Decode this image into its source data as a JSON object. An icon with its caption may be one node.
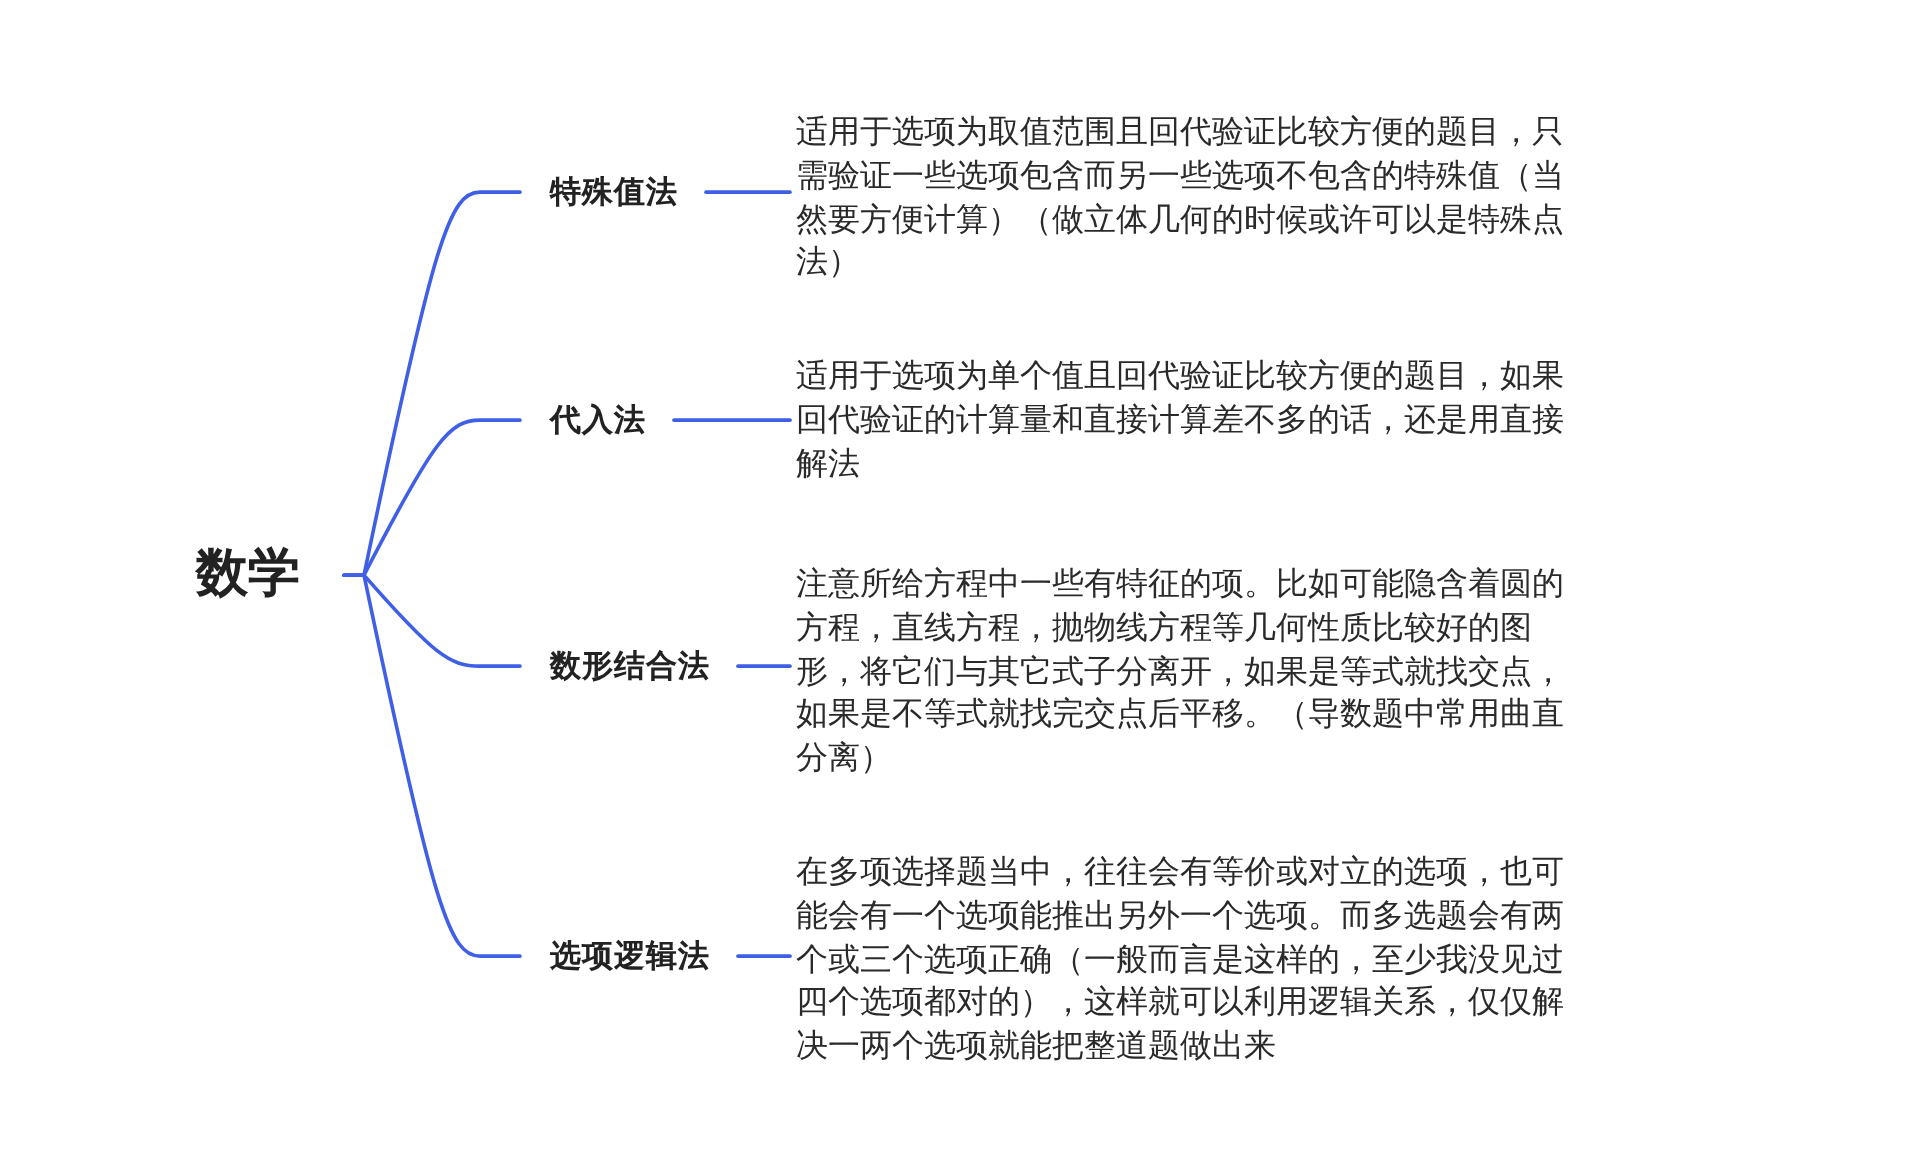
{
  "diagram": {
    "nodes": [
      {
        "text": [
          "数学"
        ]
      },
      {
        "text": [
          "特殊值法"
        ]
      },
      {
        "text": [
          "适用于选项为取值范围且回代验证比较方便的题目，只需验证一些选项包含而另一些选项不包含的特殊值（当然要方便计算）（做立体几何的时候或许可以是特殊点法）"
        ]
      },
      {
        "text": [
          "代入法"
        ]
      },
      {
        "text": [
          "适用于选项为单个值且回代验证比较方便的题目，如果回代验证的计算量和直接计算差不多的话，还是用直接解法"
        ]
      },
      {
        "text": [
          "数形结合法"
        ]
      },
      {
        "text": [
          "注意所给方程中一些有特征的项。比如可能隐含着圆的方程，直线方程，抛物线方程等几何性质比较好的图形，将它们与其它式子分离开，如果是等式就找交点，如果是不等式就找完交点后平移。（导数题中常用曲直分离）"
        ]
      },
      {
        "text": [
          "选项逻辑法"
        ]
      },
      {
        "text": [
          "在多项选择题当中，往往会有等价或对立的选项，也可能会有一个选项能推出另外一个选项。而多选题会有两个或三个选项正确（一般而言是这样的，至少我没见过四个选项都对的），这样就可以利用逻辑关系，仅仅解决一两个选项就能把整道题做出来"
        ]
      }
    ],
    "edges": [
      {
        "from": 0,
        "to": 1,
        "arrow": "none"
      },
      {
        "from": 0,
        "to": 3,
        "arrow": "none"
      },
      {
        "from": 0,
        "to": 5,
        "arrow": "none"
      },
      {
        "from": 0,
        "to": 7,
        "arrow": "none"
      },
      {
        "from": 1,
        "to": 2,
        "arrow": "none"
      },
      {
        "from": 3,
        "to": 4,
        "arrow": "none"
      },
      {
        "from": 5,
        "to": 6,
        "arrow": "none"
      },
      {
        "from": 7,
        "to": 8,
        "arrow": "none"
      }
    ]
  }
}
